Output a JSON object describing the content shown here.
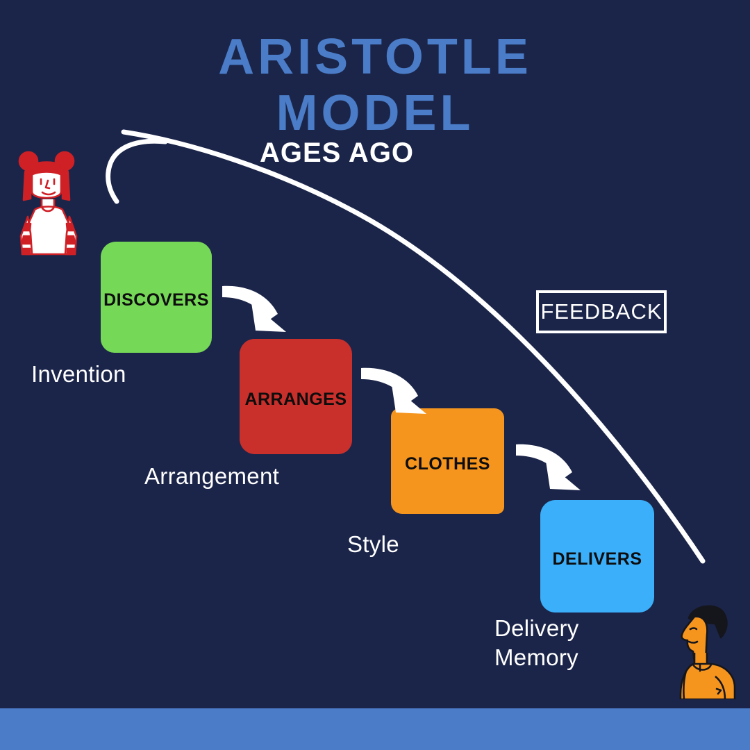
{
  "theme": {
    "background": "#1b2549",
    "title_color": "#4a7cc8",
    "text_color": "#ffffff",
    "bottom_bar_color": "#4a7cc8"
  },
  "header": {
    "title_line1": "ARISTOTLE",
    "title_line2": "MODEL",
    "subtitle": "AGES AGO"
  },
  "feedback": {
    "label": "FEEDBACK"
  },
  "chart_data": {
    "type": "diagram",
    "title": "ARISTOTLE MODEL",
    "subtitle": "AGES AGO",
    "stages": [
      {
        "id": "discovers",
        "box_label": "DISCOVERS",
        "caption": "Invention",
        "color": "#76d857"
      },
      {
        "id": "arranges",
        "box_label": "ARRANGES",
        "caption": "Arrangement",
        "color": "#c9302c"
      },
      {
        "id": "clothes",
        "box_label": "CLOTHES",
        "caption": "Style",
        "color": "#f6951e"
      },
      {
        "id": "delivers",
        "box_label": "DELIVERS",
        "caption": "Delivery\nMemory",
        "color": "#3baffa"
      }
    ],
    "connectors": [
      {
        "from": "discovers",
        "to": "arranges",
        "style": "curved-arrow",
        "color": "#ffffff"
      },
      {
        "from": "arranges",
        "to": "clothes",
        "style": "curved-arrow",
        "color": "#ffffff"
      },
      {
        "from": "clothes",
        "to": "delivers",
        "style": "curved-arrow",
        "color": "#ffffff"
      },
      {
        "from": "receiver",
        "to": "sender",
        "style": "feedback-arc",
        "color": "#ffffff",
        "label": "FEEDBACK"
      }
    ],
    "actors": [
      {
        "id": "sender",
        "role": "speaker",
        "hair_color": "#cf2026",
        "shirt_color": "#ffffff"
      },
      {
        "id": "receiver",
        "role": "audience",
        "hair_color": "#1a1a1a",
        "shirt_color": "#f6951e"
      }
    ]
  },
  "stages": {
    "discovers": {
      "box_label": "DISCOVERS",
      "caption": "Invention"
    },
    "arranges": {
      "box_label": "ARRANGES",
      "caption": "Arrangement"
    },
    "clothes": {
      "box_label": "CLOTHES",
      "caption": "Style"
    },
    "delivers": {
      "box_label": "DELIVERS",
      "caption": "Delivery\nMemory"
    }
  }
}
